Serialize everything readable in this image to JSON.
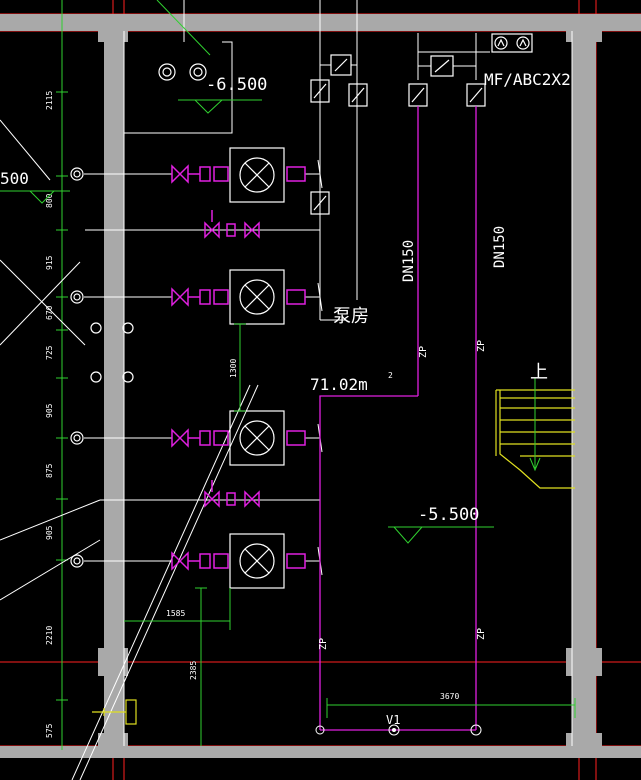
{
  "drawing": {
    "level_upper": "-6.500",
    "level_lower": "-5.500",
    "level_left": "500",
    "extinguisher_label": "MF/ABC2X2",
    "room_label": "泵房",
    "pipe_length_label": "71.02m",
    "pipe_size_left": "DN150",
    "pipe_size_right": "DN150",
    "stair_label": "上",
    "valve_label": "V1",
    "pipe_tag": "ZP",
    "small_mark": "2",
    "dim_3670": "3670",
    "dim_1585": "1585",
    "dim_2385": "2385",
    "dim_1300": "1300",
    "dims_left": [
      "2115",
      "800",
      "915",
      "670",
      "725",
      "905",
      "875",
      "905",
      "2210",
      "575"
    ]
  },
  "colors": {
    "wall": "#a9a9a9",
    "grid_red": "#ff2020",
    "pipe_magenta": "#e020e0",
    "dim_green": "#30d030",
    "stair_yellow": "#e0e020",
    "line_white": "#ffffff"
  }
}
